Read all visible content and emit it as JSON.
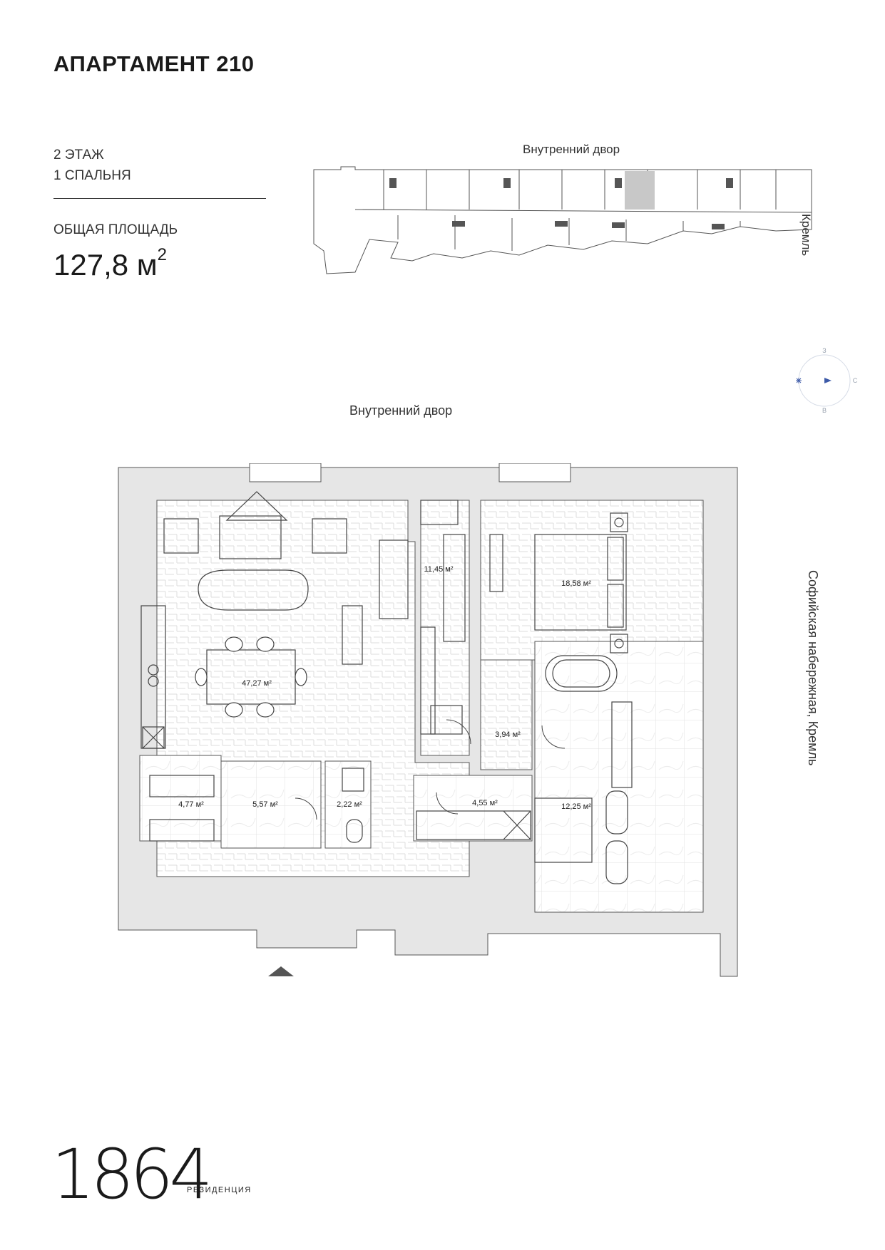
{
  "header": {
    "title": "АПАРТАМЕНТ 210",
    "floor": "2 ЭТАЖ",
    "bedrooms": "1 СПАЛЬНЯ",
    "total_area_label": "ОБЩАЯ ПЛОЩАДЬ",
    "total_area_value": "127,8 м",
    "total_area_unit_sup": "2"
  },
  "key_plan": {
    "top_label": "Внутренний двор",
    "side_label": "Кремль"
  },
  "compass": {
    "n": "З",
    "e": "С",
    "s": "В"
  },
  "plan": {
    "top_label": "Внутренний двор",
    "side_label": "Софийская набережная, Кремль",
    "rooms": [
      {
        "label": "47,27 м²"
      },
      {
        "label": "11,45 м²"
      },
      {
        "label": "18,58 м²"
      },
      {
        "label": "3,94 м²"
      },
      {
        "label": "12,25 м²"
      },
      {
        "label": "4,77 м²"
      },
      {
        "label": "5,57 м²"
      },
      {
        "label": "2,22 м²"
      },
      {
        "label": "4,55 м²"
      }
    ]
  },
  "logo": {
    "digits": "1864",
    "word": "РЕЗИДЕНЦИЯ"
  },
  "colors": {
    "wall": "#e6e6e6",
    "ink": "#1a1a1a",
    "accent": "#3d5aa8",
    "highlight": "#c8c8c8"
  }
}
